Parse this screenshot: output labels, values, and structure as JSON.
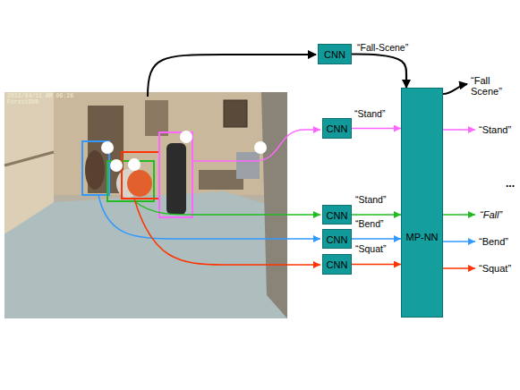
{
  "diagram": {
    "nodes": [
      {
        "text": [
          "CNN"
        ]
      },
      {
        "text": [
          "CNN"
        ]
      },
      {
        "text": [
          "CNN"
        ]
      },
      {
        "text": [
          "CNN"
        ]
      },
      {
        "text": [
          "CNN"
        ]
      },
      {
        "text": [
          "MP-NN"
        ]
      }
    ],
    "edges": [
      {
        "from": 0,
        "to": 5,
        "label": "“Fall-Scene”",
        "arrow": "to"
      },
      {
        "from": 1,
        "to": 5,
        "label": "“Stand”",
        "arrow": "to"
      },
      {
        "from": 2,
        "to": 5,
        "label": "“Stand”",
        "arrow": "to"
      },
      {
        "from": 3,
        "to": 5,
        "label": "“Bend”",
        "arrow": "to"
      },
      {
        "from": 4,
        "to": 5,
        "label": "“Squat”",
        "arrow": "to"
      }
    ],
    "labels": [
      "2012/04/11 AM 06:28",
      "ForestDVR",
      "“Fall Scene”",
      "“Stand”",
      "...",
      "“Fall”",
      "“Bend”",
      "“Squat”"
    ]
  }
}
